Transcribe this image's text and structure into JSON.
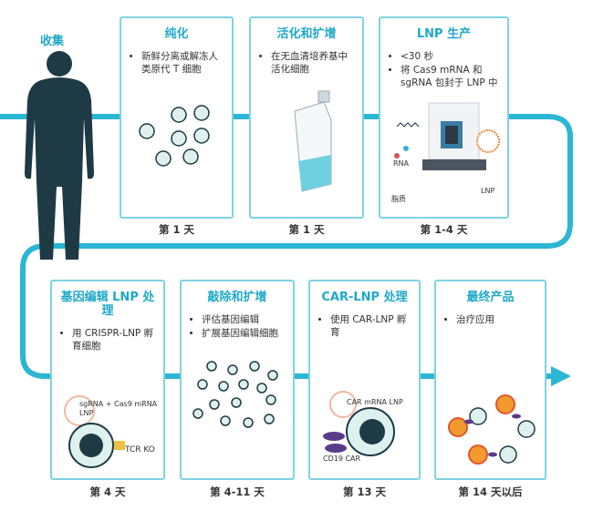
{
  "collect": {
    "title": "收集"
  },
  "steps": [
    {
      "title": "纯化",
      "bullets": [
        "新鲜分离或解冻人类原代 T 细胞"
      ],
      "day": "第 1 天"
    },
    {
      "title": "活化和扩增",
      "bullets": [
        "在无血清培养基中活化细胞"
      ],
      "day": "第 1 天"
    },
    {
      "title": "LNP 生产",
      "bullets": [
        "<30 秒",
        "将 Cas9 mRNA 和 sgRNA 包封于 LNP 中"
      ],
      "day": "第 1-4 天",
      "labels": {
        "rna": "RNA",
        "lipid": "脂质",
        "lnp": "LNP"
      }
    },
    {
      "title": "基因编辑 LNP 处理",
      "bullets": [
        "用 CRISPR-LNP 孵育细胞"
      ],
      "day": "第 4 天",
      "labels": {
        "lnp": "sgRNA + Cas9 mRNA LNP",
        "ko": "TCR KO"
      }
    },
    {
      "title": "敲除和扩增",
      "bullets": [
        "评估基因编辑",
        "扩展基因编辑细胞"
      ],
      "day": "第 4-11 天"
    },
    {
      "title": "CAR-LNP 处理",
      "bullets": [
        "使用 CAR-LNP 孵育"
      ],
      "day": "第 13 天",
      "labels": {
        "lnp": "CAR mRNA LNP",
        "car": "CD19 CAR"
      }
    },
    {
      "title": "最终产品",
      "bullets": [
        "治疗应用"
      ],
      "day": "第 14 天以后"
    }
  ],
  "colors": {
    "accent": "#2bb6d4",
    "dark": "#1e3a45"
  }
}
